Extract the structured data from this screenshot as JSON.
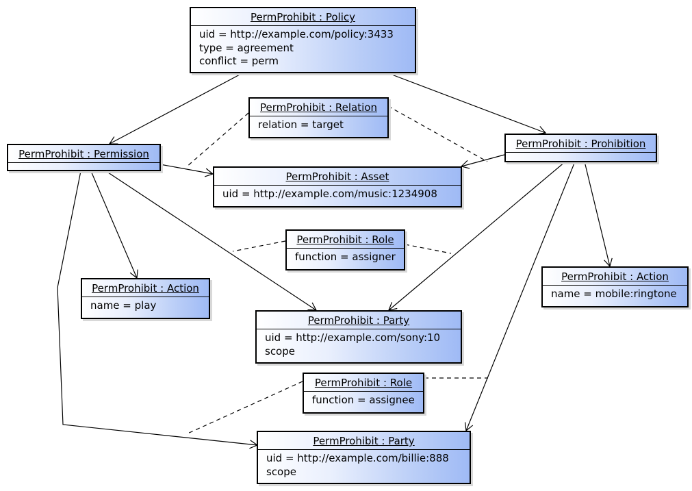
{
  "nodes": {
    "policy": {
      "title": "PermProhibit : Policy",
      "attrs": [
        "uid = http://example.com/policy:3433",
        "type = agreement",
        "conflict = perm"
      ]
    },
    "relation": {
      "title": "PermProhibit : Relation",
      "attrs": [
        "relation = target"
      ]
    },
    "permission": {
      "title": "PermProhibit : Permission",
      "attrs": []
    },
    "prohibition": {
      "title": "PermProhibit : Prohibition",
      "attrs": []
    },
    "asset": {
      "title": "PermProhibit : Asset",
      "attrs": [
        "uid = http://example.com/music:1234908"
      ]
    },
    "role_assigner": {
      "title": "PermProhibit : Role",
      "attrs": [
        "function = assigner"
      ]
    },
    "action_play": {
      "title": "PermProhibit : Action",
      "attrs": [
        "name = play"
      ]
    },
    "action_ringtone": {
      "title": "PermProhibit : Action",
      "attrs": [
        "name = mobile:ringtone"
      ]
    },
    "party_sony": {
      "title": "PermProhibit : Party",
      "attrs": [
        "uid = http://example.com/sony:10",
        "scope"
      ]
    },
    "role_assignee": {
      "title": "PermProhibit : Role",
      "attrs": [
        "function = assignee"
      ]
    },
    "party_billie": {
      "title": "PermProhibit : Party",
      "attrs": [
        "uid = http://example.com/billie:888",
        "scope"
      ]
    }
  }
}
